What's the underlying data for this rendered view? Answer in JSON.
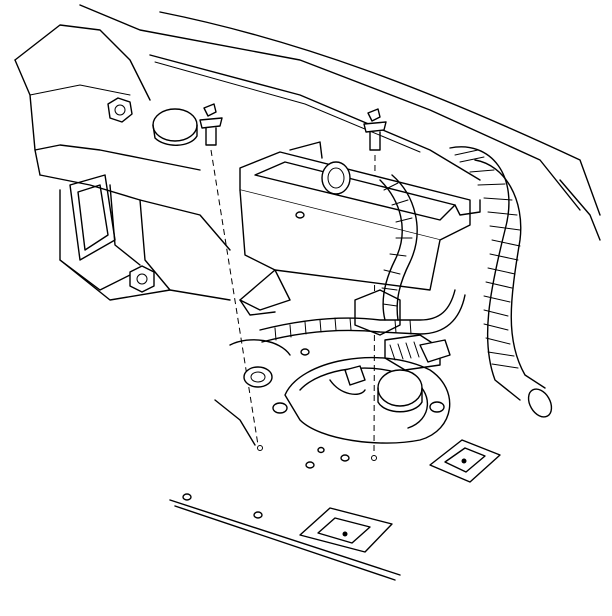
{
  "figure": {
    "description_visible_text": "",
    "colors": {
      "line": "#000000",
      "background": "#ffffff"
    },
    "parts": [
      {
        "name": "body-panel-left"
      },
      {
        "name": "hood-edge-lines"
      },
      {
        "name": "rectangular-access-opening"
      },
      {
        "name": "hex-bolt-upper"
      },
      {
        "name": "hex-bolt-lower"
      },
      {
        "name": "round-cap"
      },
      {
        "name": "push-pin-retainer-left"
      },
      {
        "name": "push-pin-retainer-right"
      },
      {
        "name": "washer-reservoir-bracket"
      },
      {
        "name": "corrugated-hose-large"
      },
      {
        "name": "wiring-harness-conduit"
      },
      {
        "name": "electrical-connector"
      },
      {
        "name": "strut-tower-mount"
      },
      {
        "name": "fender-apron-mount-pad"
      },
      {
        "name": "front-frame-rail-edge"
      },
      {
        "name": "mounting-holes"
      }
    ]
  }
}
